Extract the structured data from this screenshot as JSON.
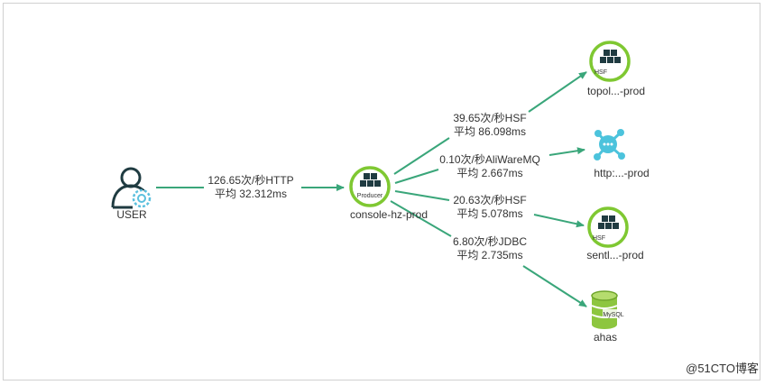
{
  "nodes": {
    "user": {
      "label": "USER",
      "icon": "user-gear-icon"
    },
    "console": {
      "label": "console-hz-prod",
      "badge": "Producer",
      "icon": "cube-cluster-icon"
    },
    "topol": {
      "label": "topol...-prod",
      "badge": "HSF",
      "icon": "cube-cluster-icon"
    },
    "http": {
      "label": "http:...-prod",
      "icon": "share-hub-icon"
    },
    "sentl": {
      "label": "sentl...-prod",
      "badge": "HSF",
      "icon": "cube-cluster-icon"
    },
    "ahas": {
      "label": "ahas",
      "badge": "MySQL",
      "icon": "database-icon"
    }
  },
  "edges": {
    "user_console": {
      "rate": "126.65次/秒HTTP",
      "avg": "平均 32.312ms"
    },
    "console_topol": {
      "rate": "39.65次/秒HSF",
      "avg": "平均 86.098ms"
    },
    "console_http": {
      "rate": "0.10次/秒AliWareMQ",
      "avg": "平均 2.667ms"
    },
    "console_sentl": {
      "rate": "20.63次/秒HSF",
      "avg": "平均 5.078ms"
    },
    "console_ahas": {
      "rate": "6.80次/秒JDBC",
      "avg": "平均 2.735ms"
    }
  },
  "watermark": "@51CTO博客",
  "colors": {
    "edge": "#3aa67a",
    "ring": "#7fc832",
    "node_dark": "#1f3b41",
    "hub": "#4cc3dc",
    "db": "#8dc63f",
    "gear": "#5bc0de"
  }
}
